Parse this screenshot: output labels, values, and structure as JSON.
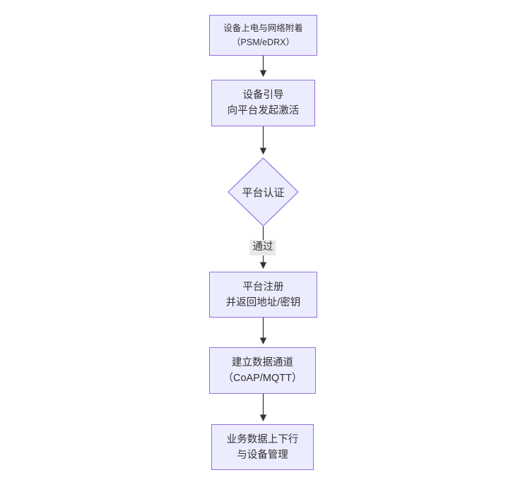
{
  "diagram": {
    "type": "flowchart",
    "direction": "top-down",
    "colors": {
      "background": "#ffffff",
      "node_fill": "#ECECFF",
      "node_border": "#9370DB",
      "line_color": "#333333",
      "text_color": "#333333",
      "edge_label_bg": "#e8e8e8"
    },
    "nodes": [
      {
        "id": "power_attach",
        "shape": "rect",
        "lines": [
          "设备上电与网络附着",
          "（PSM/eDRX）"
        ]
      },
      {
        "id": "bootstrap",
        "shape": "rect",
        "lines": [
          "设备引导",
          "向平台发起激活"
        ]
      },
      {
        "id": "platform_auth",
        "shape": "diamond",
        "lines": [
          "平台认证"
        ]
      },
      {
        "id": "platform_register",
        "shape": "rect",
        "lines": [
          "平台注册",
          "并返回地址/密钥"
        ]
      },
      {
        "id": "data_channel",
        "shape": "rect",
        "lines": [
          "建立数据通道",
          "（CoAP/MQTT）"
        ]
      },
      {
        "id": "business_mgmt",
        "shape": "rect",
        "lines": [
          "业务数据上下行",
          "与设备管理"
        ]
      }
    ],
    "edges": [
      {
        "from": "power_attach",
        "to": "bootstrap",
        "label": ""
      },
      {
        "from": "bootstrap",
        "to": "platform_auth",
        "label": ""
      },
      {
        "from": "platform_auth",
        "to": "platform_register",
        "label": "通过"
      },
      {
        "from": "platform_register",
        "to": "data_channel",
        "label": ""
      },
      {
        "from": "data_channel",
        "to": "business_mgmt",
        "label": ""
      }
    ]
  }
}
